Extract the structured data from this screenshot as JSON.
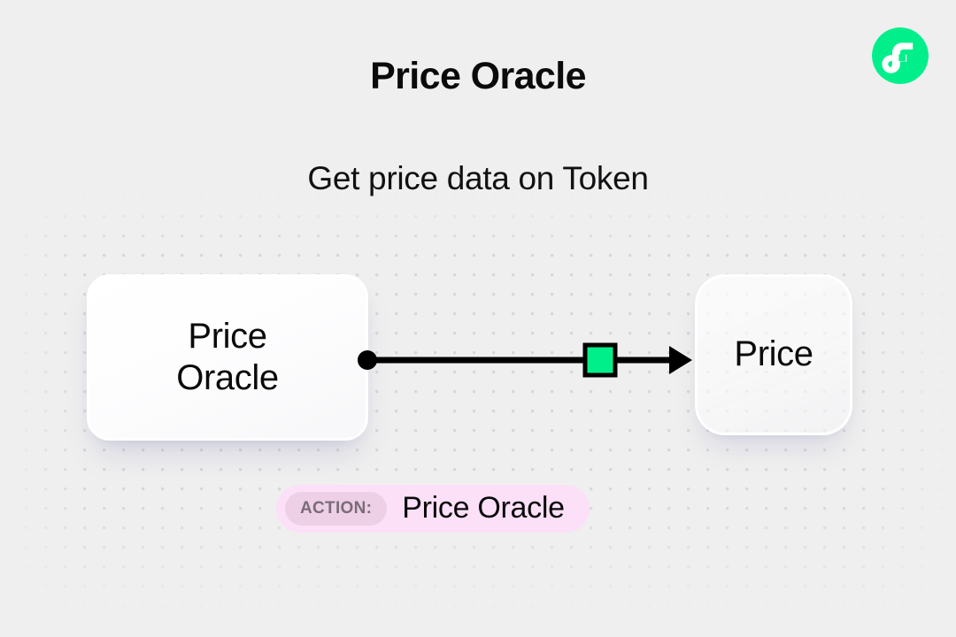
{
  "header": {
    "title": "Price Oracle",
    "subtitle": "Get price data on Token"
  },
  "brand": {
    "logo_icon": "flow-logo-icon",
    "logo_color": "#00ef8b",
    "logo_mark_color": "#ffffff"
  },
  "diagram": {
    "source_node": {
      "label": "Price\nOracle",
      "name": "price-oracle-node"
    },
    "target_node": {
      "label": "Price",
      "name": "price-node"
    },
    "edge": {
      "start_dot_color": "#000000",
      "line_color": "#000000",
      "marker_color": "#00ef8b",
      "marker_border_color": "#000000",
      "arrow_color": "#000000"
    }
  },
  "action": {
    "tag_label": "ACTION:",
    "value": "Price Oracle",
    "badge_color": "#fbe0f7",
    "tag_color": "#edcfe6"
  },
  "canvas": {
    "background_color": "#efefef",
    "dot_color": "#d7d7d9"
  }
}
